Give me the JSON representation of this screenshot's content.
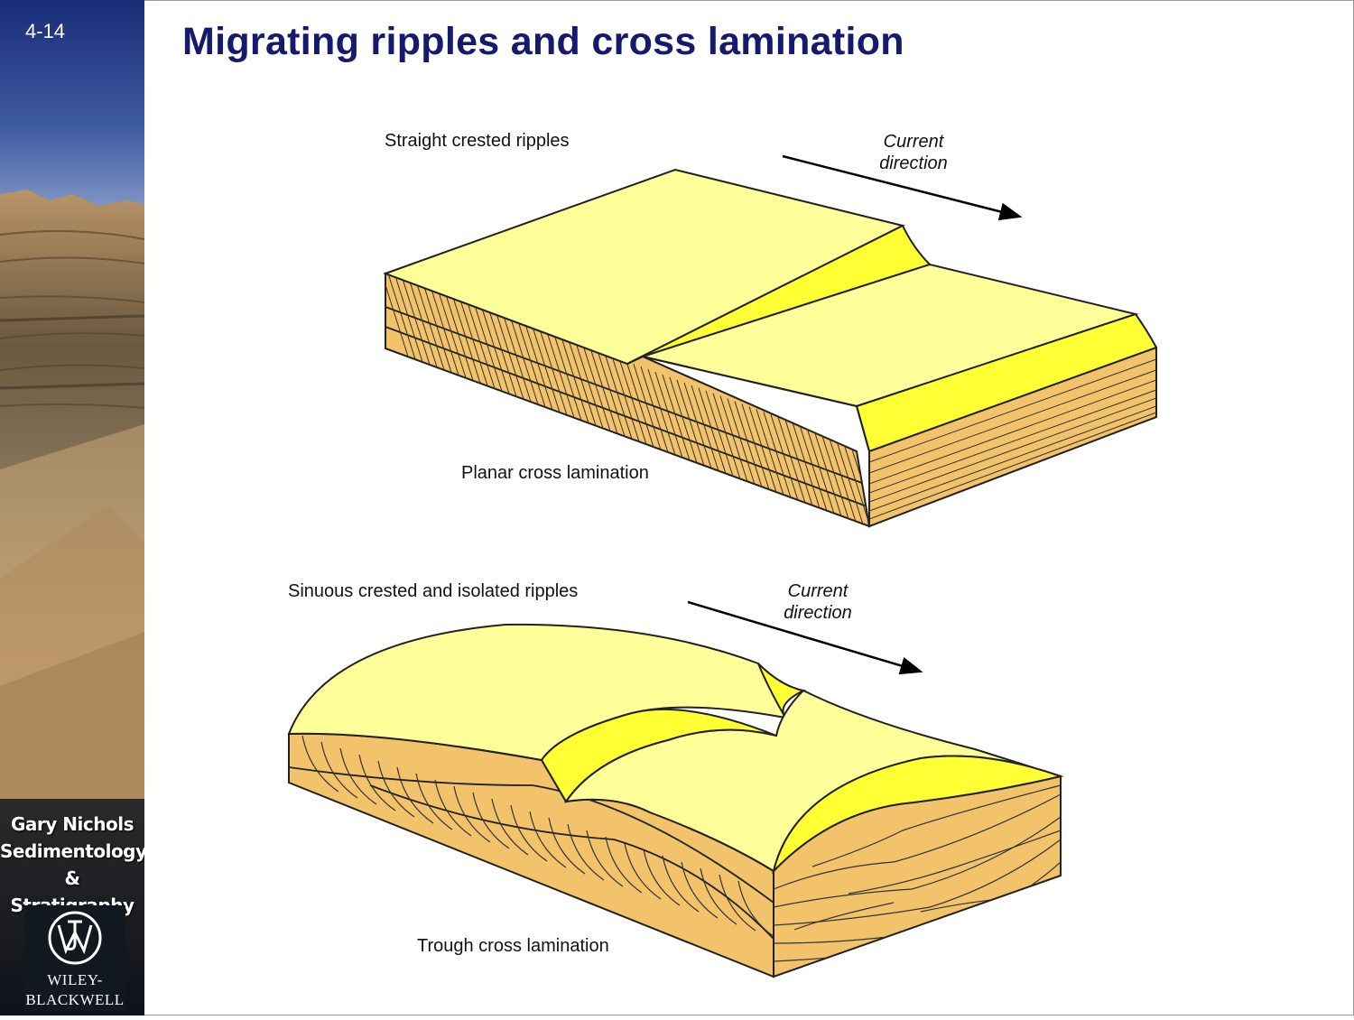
{
  "slide": {
    "number": "4-14",
    "title": "Migrating ripples and cross lamination"
  },
  "sidebar": {
    "credit_line1": "Gary Nichols",
    "credit_line2": "Sedimentology",
    "credit_line3": "& Stratigraphy",
    "publisher_line1": "WILEY-",
    "publisher_line2": "BLACKWELL"
  },
  "diagram_top": {
    "heading": "Straight crested ripples",
    "current_line1": "Current",
    "current_line2": "direction",
    "caption": "Planar cross lamination"
  },
  "diagram_bottom": {
    "heading": "Sinuous crested and isolated ripples",
    "current_line1": "Current",
    "current_line2": "direction",
    "caption": "Trough cross lamination"
  },
  "colors": {
    "title": "#161a6e",
    "surface": "#ffff99",
    "lee_face": "#ffff33",
    "section": "#f2c36a"
  }
}
